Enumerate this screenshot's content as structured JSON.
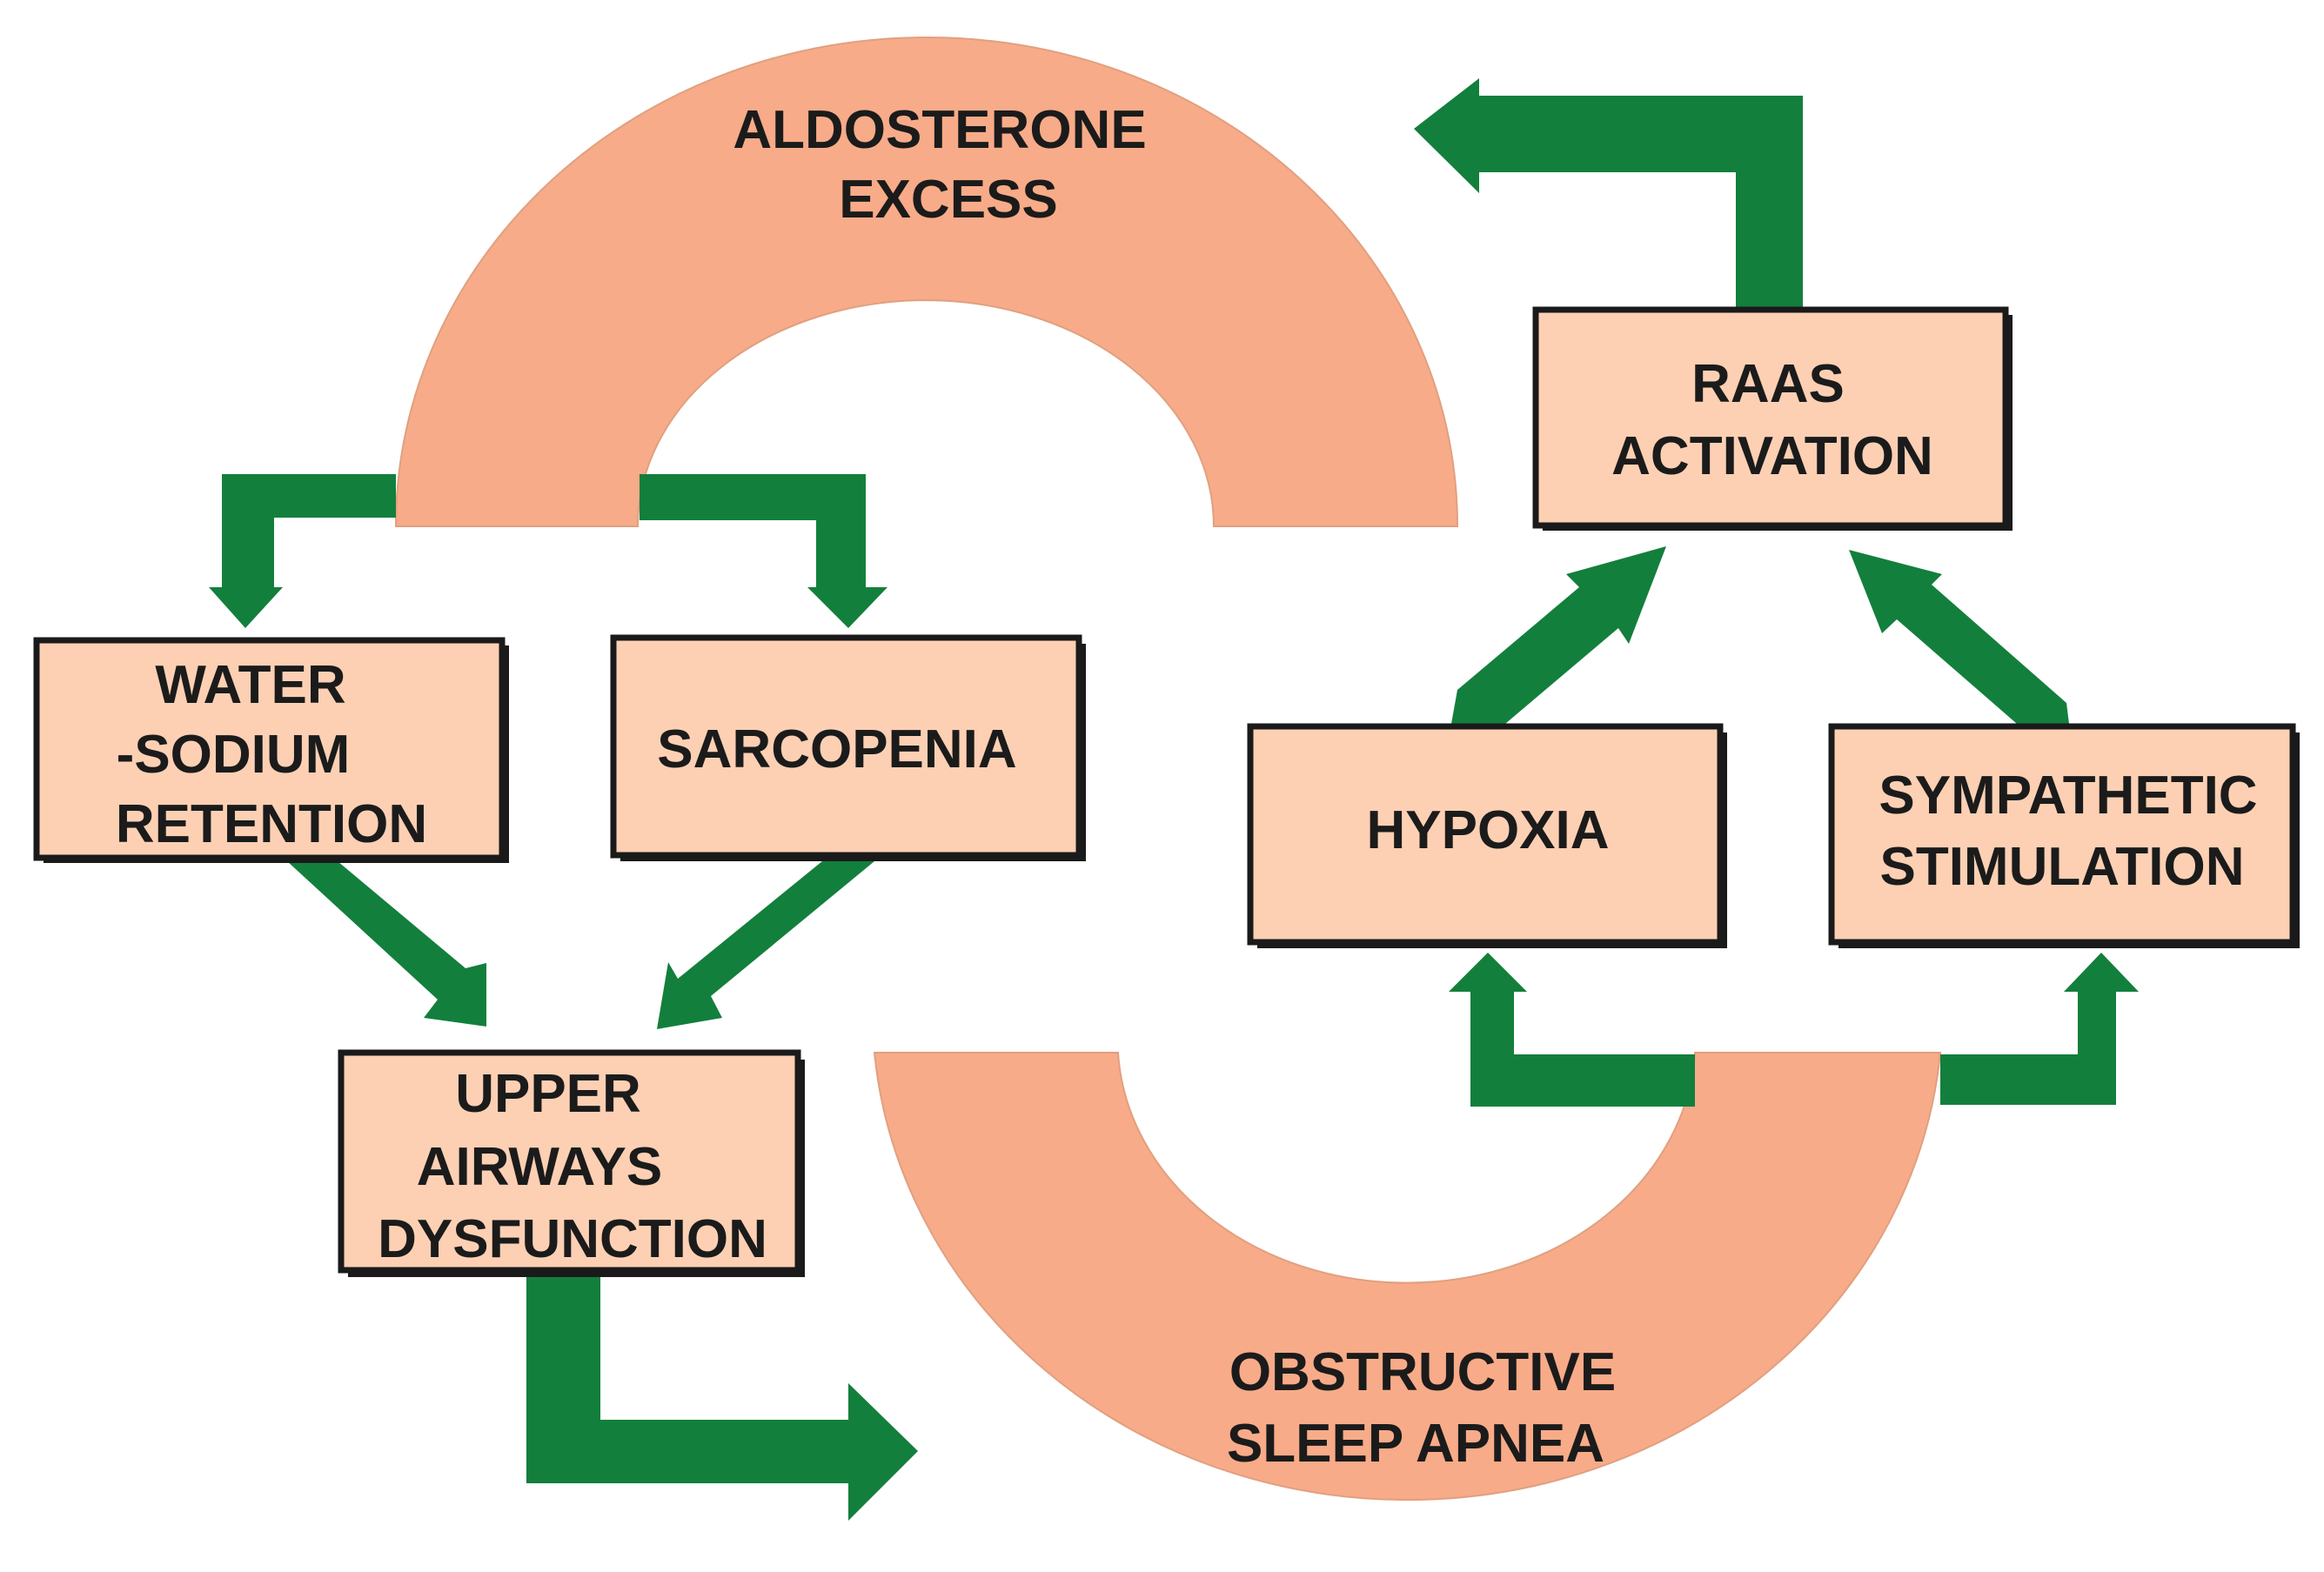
{
  "colors": {
    "arc_fill": "#f8ab88",
    "box_fill": "#fdd0b4",
    "arrow_green": "#137f3c",
    "outline": "#1a1a1a"
  },
  "arcs": {
    "aldosterone": [
      "ALDOSTERONE",
      "EXCESS"
    ],
    "osa": [
      "OBSTRUCTIVE",
      "SLEEP APNEA"
    ]
  },
  "boxes": {
    "water_sodium": [
      "WATER",
      "-SODIUM",
      "RETENTION"
    ],
    "sarcopenia": [
      "SARCOPENIA"
    ],
    "upper_airways": [
      "UPPER",
      "AIRWAYS",
      "DYSFUNCTION"
    ],
    "raas": [
      "RAAS",
      "ACTIVATION"
    ],
    "hypoxia": [
      "HYPOXIA"
    ],
    "sympathetic": [
      "SYMPATHETIC",
      "STIMULATION"
    ]
  }
}
